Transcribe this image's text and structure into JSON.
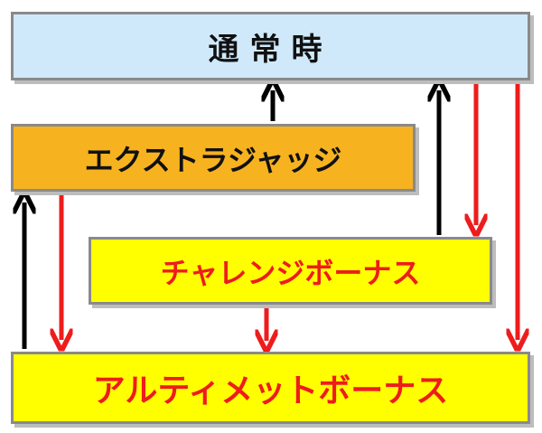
{
  "nodes": {
    "normal": "通常時",
    "extra_judge": "エクストラジャッジ",
    "challenge_bonus": "チャレンジボーナス",
    "ultimate_bonus": "アルティメットボーナス"
  },
  "colors": {
    "normal_fill": "#cfe9fb",
    "extra_fill": "#f7b21f",
    "bonus_fill": "#ffff00",
    "bonus_text": "#ee1c1c",
    "arrow_black": "#000000",
    "arrow_red": "#ee1c1c",
    "border": "#8a8a8a"
  }
}
